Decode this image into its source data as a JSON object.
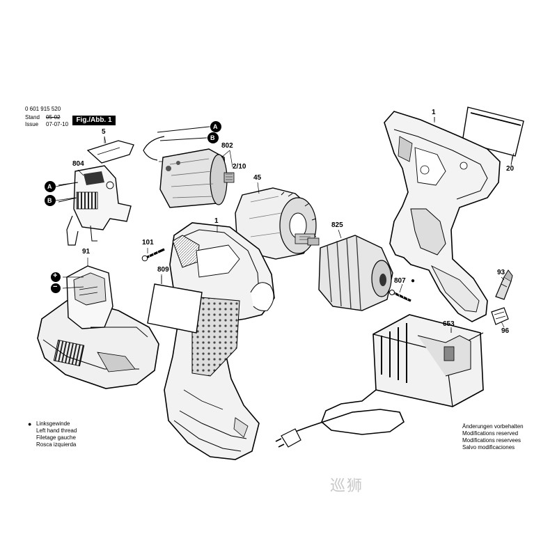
{
  "header": {
    "part_number": "0 601 915 520",
    "stand_label": "Stand",
    "stand_value": "05-02",
    "issue_label": "Issue",
    "issue_value": "07-07-10",
    "figure_label": "Fig./Abb. 1"
  },
  "legend_left": {
    "symbol": "●",
    "lines": [
      "Linksgewinde",
      "Left hand thread",
      "Filetage gauche",
      "Rosca izquierda"
    ]
  },
  "legend_right": {
    "lines": [
      "Änderungen vorbehalten",
      "Modifications reserved",
      "Modifications reservees",
      "Salvo modificaciones"
    ]
  },
  "callouts": {
    "p1_housing_right": "1",
    "p20": "20",
    "p5": "5",
    "p804": "804",
    "pA_left": "A",
    "pB_left": "B",
    "pA_top": "A",
    "pB_top": "B",
    "p802": "802",
    "p2_10": "2/10",
    "p45": "45",
    "p1_housing_left": "1",
    "p101": "101",
    "p825": "825",
    "p807": "807",
    "p809": "809",
    "p91": "91",
    "plus": "+",
    "minus": "−",
    "p93": "93",
    "p96": "96",
    "p653": "653"
  },
  "watermark": "巡狮"
}
